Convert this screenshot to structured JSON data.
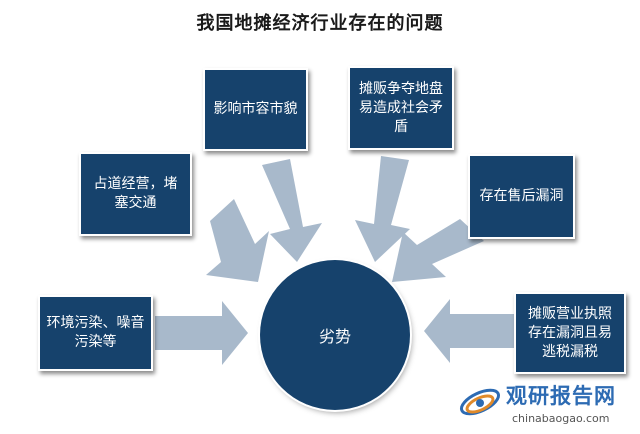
{
  "title": "我国地摊经济行业存在的问题",
  "center": {
    "label": "劣势"
  },
  "issues": [
    {
      "id": "env",
      "text": "环境污染、噪音污染等"
    },
    {
      "id": "road",
      "text": "占道经营，堵塞交通"
    },
    {
      "id": "city",
      "text": "影响市容市貌"
    },
    {
      "id": "conflict",
      "text": "摊贩争夺地盘易造成社会矛盾"
    },
    {
      "id": "aftersale",
      "text": "存在售后漏洞"
    },
    {
      "id": "license",
      "text": "摊贩营业执照存在漏洞且易逃税漏税"
    }
  ],
  "watermark": {
    "name": "观研报告网",
    "url": "chinabaogao.com"
  },
  "colors": {
    "box_fill": "#16426c",
    "arrow_fill": "#a8b9cb",
    "watermark_blue": "#2d6bb3"
  }
}
